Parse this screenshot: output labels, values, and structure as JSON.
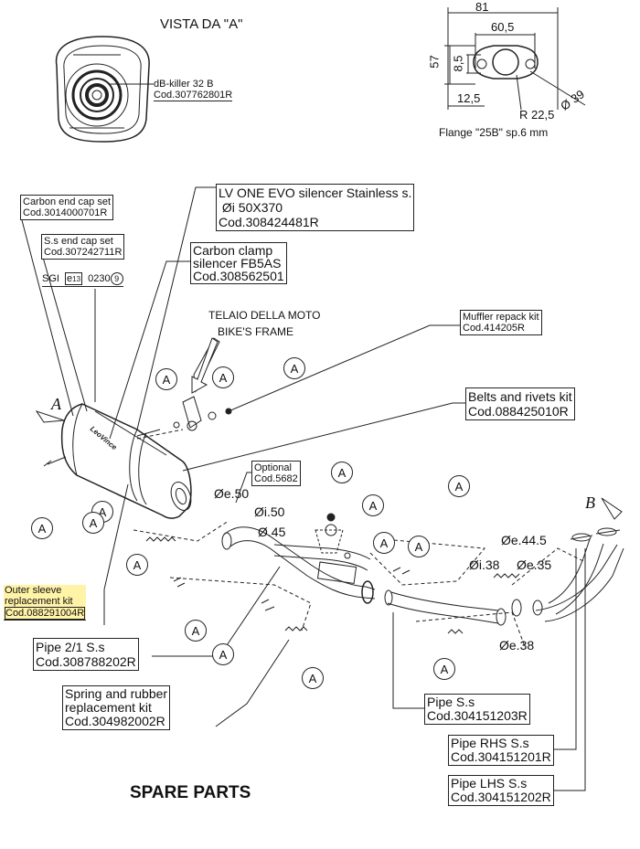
{
  "view_title": "VISTA DA \"A\"",
  "view_b": "B",
  "view_a": "A",
  "callout": "A",
  "flange": {
    "dim_81": "81",
    "dim_60_5": "60,5",
    "dim_57": "57",
    "dim_8_5": "8,5",
    "dim_12_5": "12,5",
    "dim_r22_5": "R 22,5",
    "dim_d39": "Ø 39",
    "caption": "Flange \"25B\" sp.6 mm"
  },
  "db_killer": {
    "line1": "dB-killer 32 B",
    "line2": "Cod.307762801R"
  },
  "carbon_end_cap": {
    "line1": "Carbon end cap set",
    "line2": "Cod.3014000701R"
  },
  "ss_end_cap": {
    "line1": "S.s end cap set",
    "line2": "Cod.307242711R"
  },
  "homologation": {
    "prefix": "SGI",
    "mark": "e",
    "mark_no": "13",
    "code": "0230",
    "suffix": "9"
  },
  "silencer": {
    "line1": "LV ONE EVO silencer Stainless s.",
    "line2": " Øi 50X370",
    "line3": "Cod.308424481R"
  },
  "carbon_clamp": {
    "line1": "Carbon clamp",
    "line2": "silencer FB5AS",
    "line3": "Cod.308562501"
  },
  "frame_label": {
    "line1": "TELAIO DELLA MOTO",
    "line2": "BIKE'S FRAME"
  },
  "muffler_repack": {
    "line1": "Muffler repack kit",
    "line2": "Cod.414205R"
  },
  "belts_rivets": {
    "line1": "Belts and rivets kit",
    "line2": "Cod.088425010R"
  },
  "optional": {
    "line1": "Optional",
    "line2": "Cod.5682"
  },
  "dims": {
    "de50": "Øe.50",
    "di50": "Øi.50",
    "d45": "Ø.45",
    "de44_5": "Øe.44.5",
    "di38": "Øi.38",
    "de35": "Øe.35",
    "de38": "Øe.38"
  },
  "outer_sleeve": {
    "line1": "Outer sleeve",
    "line2": "replacement kit",
    "line3": "Cod.088291004R"
  },
  "pipe_2_1": {
    "line1": "Pipe 2/1 S.s",
    "line2": "Cod.308788202R"
  },
  "spring_rubber": {
    "line1": "Spring and rubber",
    "line2": "replacement kit",
    "line3": "Cod.304982002R"
  },
  "pipe_ss": {
    "line1": "Pipe S.s",
    "line2": "Cod.304151203R"
  },
  "pipe_rhs": {
    "line1": "Pipe RHS S.s",
    "line2": "Cod.304151201R"
  },
  "pipe_lhs": {
    "line1": "Pipe LHS S.s",
    "line2": "Cod.304151202R"
  },
  "spare_parts": "SPARE PARTS",
  "brand_mark": "LeoVince",
  "colors": {
    "highlight": "#fff3a8",
    "line": "#222222"
  }
}
